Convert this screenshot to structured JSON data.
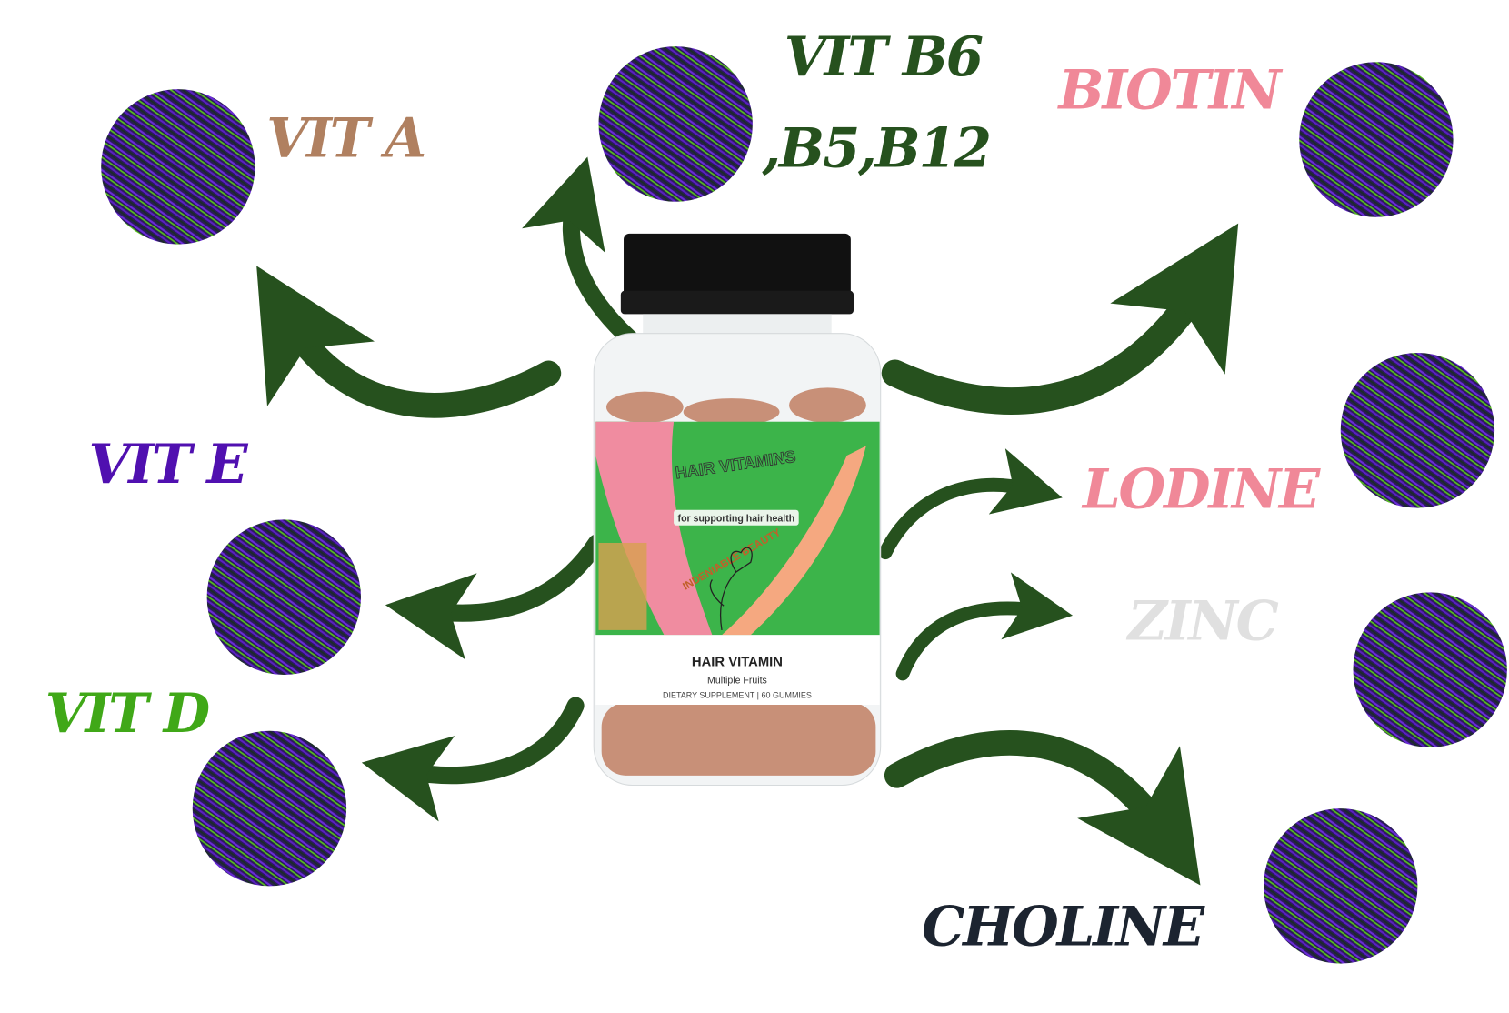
{
  "labels": {
    "vit_a": "VIT A",
    "vit_b6_line1": "VIT B6",
    "vit_b6_line2": ",B5,B12",
    "biotin": "BIOTIN",
    "vit_e": "VIT E",
    "lodine": "LODINE",
    "zinc": "ZINC",
    "vit_d": "VIT D",
    "choline": "CHOLINE"
  },
  "bottle": {
    "brand_title": "HAIR VITAMINS",
    "tagline": "for supporting hair health",
    "brand_arc": "INDENIABLE BEAUTY",
    "product_name": "HAIR VITAMIN",
    "flavor": "Multiple Fruits",
    "details": "DIETARY SUPPLEMENT | 60 GUMMIES"
  },
  "colors": {
    "arrow": "#26511e",
    "vit_a": "#b08060",
    "vit_b": "#26511e",
    "biotin": "#f08898",
    "vit_e": "#5010b0",
    "lodine": "#f08898",
    "zinc": "#e0e0e0",
    "vit_d": "#40a818",
    "choline": "#1c2430"
  }
}
